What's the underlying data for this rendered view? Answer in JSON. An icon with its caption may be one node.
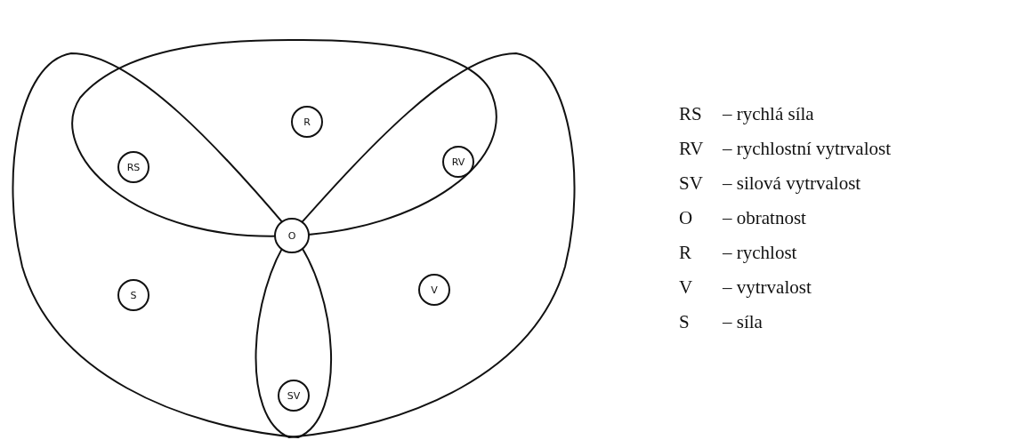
{
  "diagram": {
    "nodes": [
      {
        "text": [
          "R"
        ]
      },
      {
        "text": [
          "RS"
        ]
      },
      {
        "text": [
          "RV"
        ]
      },
      {
        "text": [
          "O"
        ]
      },
      {
        "text": [
          "S"
        ]
      },
      {
        "text": [
          "V"
        ]
      },
      {
        "text": [
          "SV"
        ]
      }
    ],
    "labels": [
      "RS",
      "– rychlá síla",
      "RV",
      "– rychlostní vytrvalost",
      "SV",
      "– silová vytrvalost",
      "O",
      "– obratnost",
      "R",
      "– rychlost",
      "V",
      "– vytrvalost",
      "S",
      "– síla"
    ]
  }
}
